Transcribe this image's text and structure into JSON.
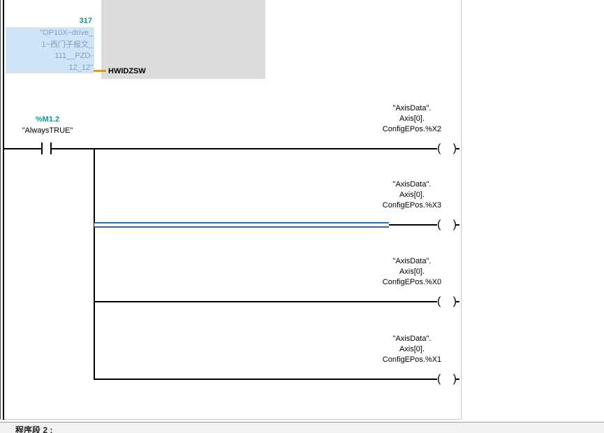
{
  "fb_call": {
    "input_value": "317",
    "operand_lines": [
      "\"OP10X~drive_",
      "1~西门子报文_",
      "111__PZD-",
      "12_12\""
    ],
    "param": "HWIDZSW"
  },
  "rung": {
    "contact": {
      "address": "%M1.2",
      "symbol": "\"AlwaysTRUE\""
    },
    "coils": [
      {
        "line1": "\"AxisData\".",
        "line2": "Axis[0].",
        "line3": "ConfigEPos.%X2"
      },
      {
        "line1": "\"AxisData\".",
        "line2": "Axis[0].",
        "line3": "ConfigEPos.%X3"
      },
      {
        "line1": "\"AxisData\".",
        "line2": "Axis[0].",
        "line3": "ConfigEPos.%X0"
      },
      {
        "line1": "\"AxisData\".",
        "line2": "Axis[0].",
        "line3": "ConfigEPos.%X1"
      }
    ]
  },
  "symbols": {
    "coil_open": "(",
    "coil_close": ")"
  },
  "footer": {
    "network_label": "程序段 2 :"
  },
  "colors": {
    "address_teal": "#0a9a96",
    "operand_text_blue": "#7d9cc8",
    "operand_bg_blue": "#cfe4f5",
    "block_gray": "#dcdcdc",
    "connector_orange": "#f09609",
    "selection_blue": "#2e6da4"
  }
}
